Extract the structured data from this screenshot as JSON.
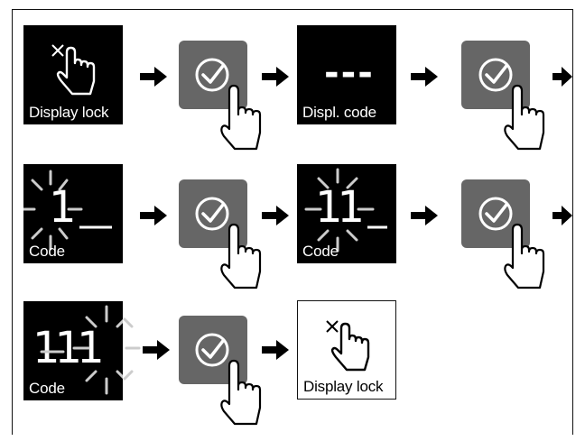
{
  "steps": {
    "display_lock_label": "Display lock",
    "displ_code_label": "Displ. code",
    "displ_code_digits": "---",
    "code_label_1": "Code",
    "code_label_2": "Code",
    "code_label_3": "Code",
    "code_digits_1": "1",
    "code_digits_2": "11",
    "code_digits_3": "111",
    "final_label": "Display lock"
  },
  "colors": {
    "panel_black": "#000000",
    "button_gray": "#666666",
    "line": "#111111"
  },
  "icons": [
    "hand-pointer-icon",
    "checkmark-circle-icon",
    "arrow-right-icon",
    "blink-rays-icon"
  ]
}
